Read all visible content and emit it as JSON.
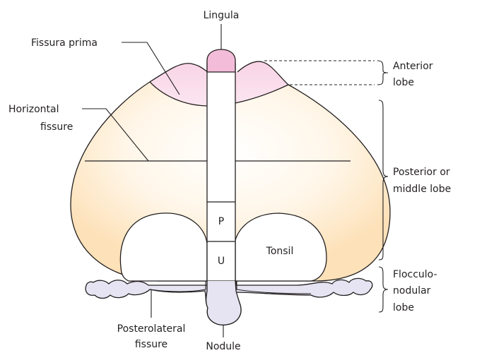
{
  "labels": {
    "lingula": "Lingula",
    "fissura_prima": "Fissura prima",
    "horizontal_fissure_line1": "Horizontal",
    "horizontal_fissure_line2": "fissure",
    "anterior_lobe_line1": "Anterior",
    "anterior_lobe_line2": "lobe",
    "posterior_lobe_line1": "Posterior or",
    "posterior_lobe_line2": "middle lobe",
    "flocculonodular_line1": "Flocculo-",
    "flocculonodular_line2": "nodular",
    "flocculonodular_line3": "lobe",
    "posterolateral_line1": "Posterolateral",
    "posterolateral_line2": "fissure",
    "nodule": "Nodule",
    "tonsil": "Tonsil",
    "pyramid": "P",
    "uvula": "U"
  },
  "colors": {
    "outline": "#231f20",
    "posterior_fill": "#fde4bd",
    "posterior_center": "#ffffff",
    "anterior_fill": "#f6c8e0",
    "lingula_fill": "#f3bcd9",
    "flocculonodular_fill": "#e6e4f2"
  }
}
